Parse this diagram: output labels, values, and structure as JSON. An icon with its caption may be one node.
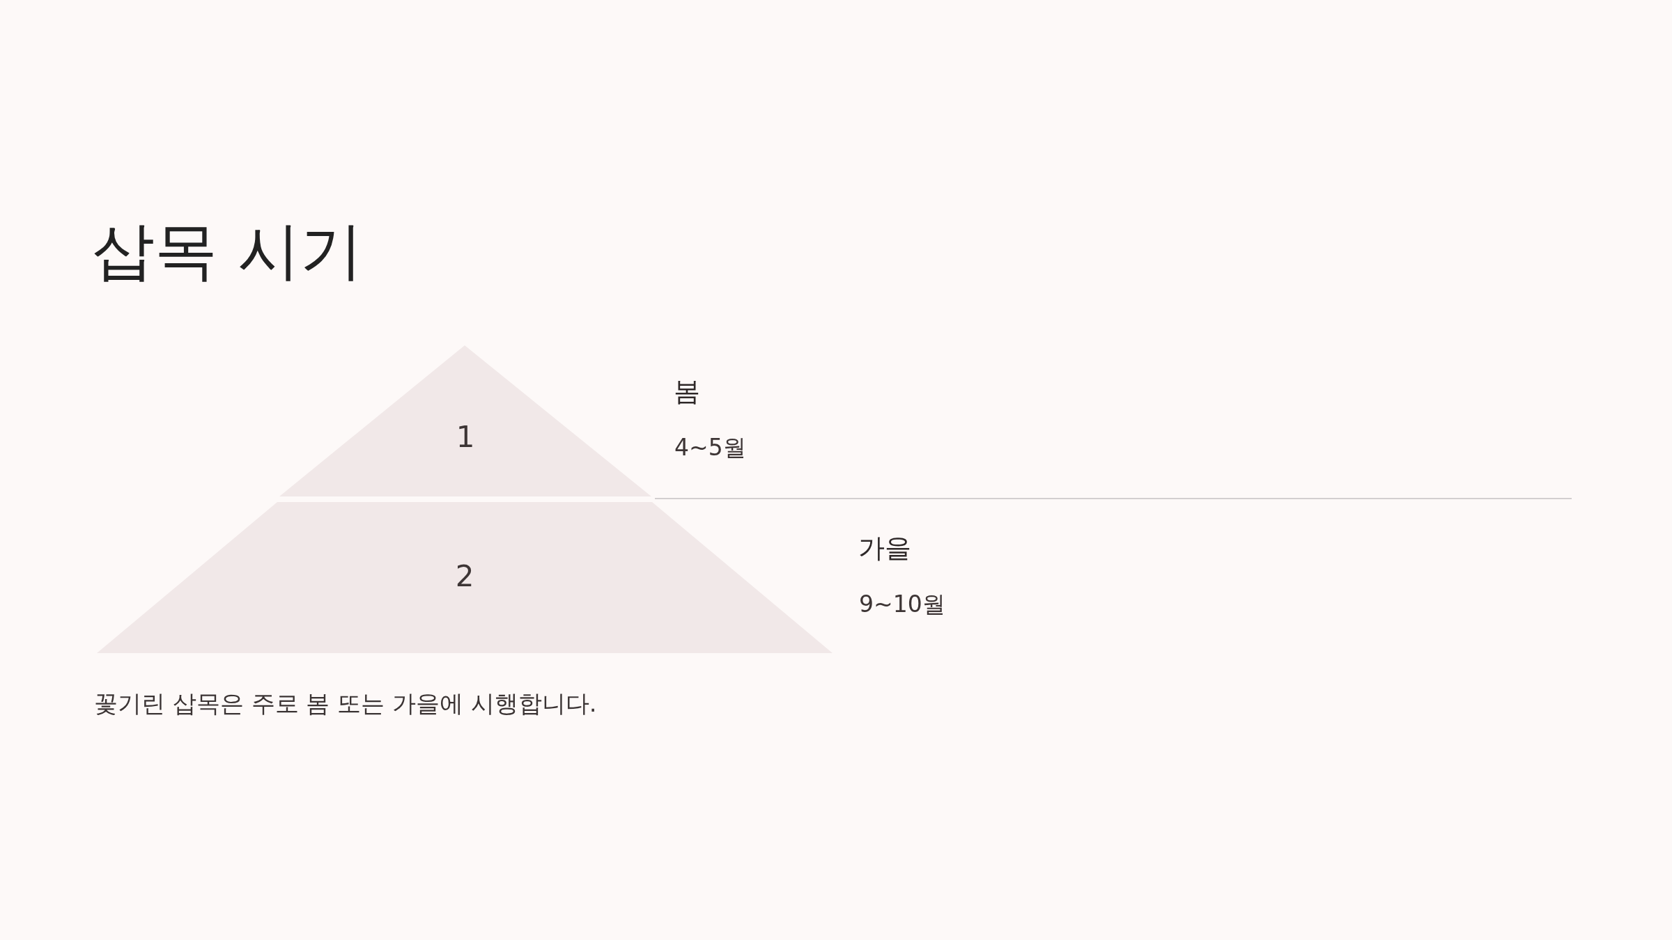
{
  "diagram": {
    "title": "삽목 시기",
    "caption": "꽃기린 삽목은 주로 봄 또는 가을에 시행합니다.",
    "nodes": [
      {
        "text": [
          "1"
        ],
        "beside": [
          "봄",
          "4~5월"
        ]
      },
      {
        "text": [
          "2"
        ],
        "beside": [
          "가을",
          "9~10월"
        ]
      }
    ]
  }
}
